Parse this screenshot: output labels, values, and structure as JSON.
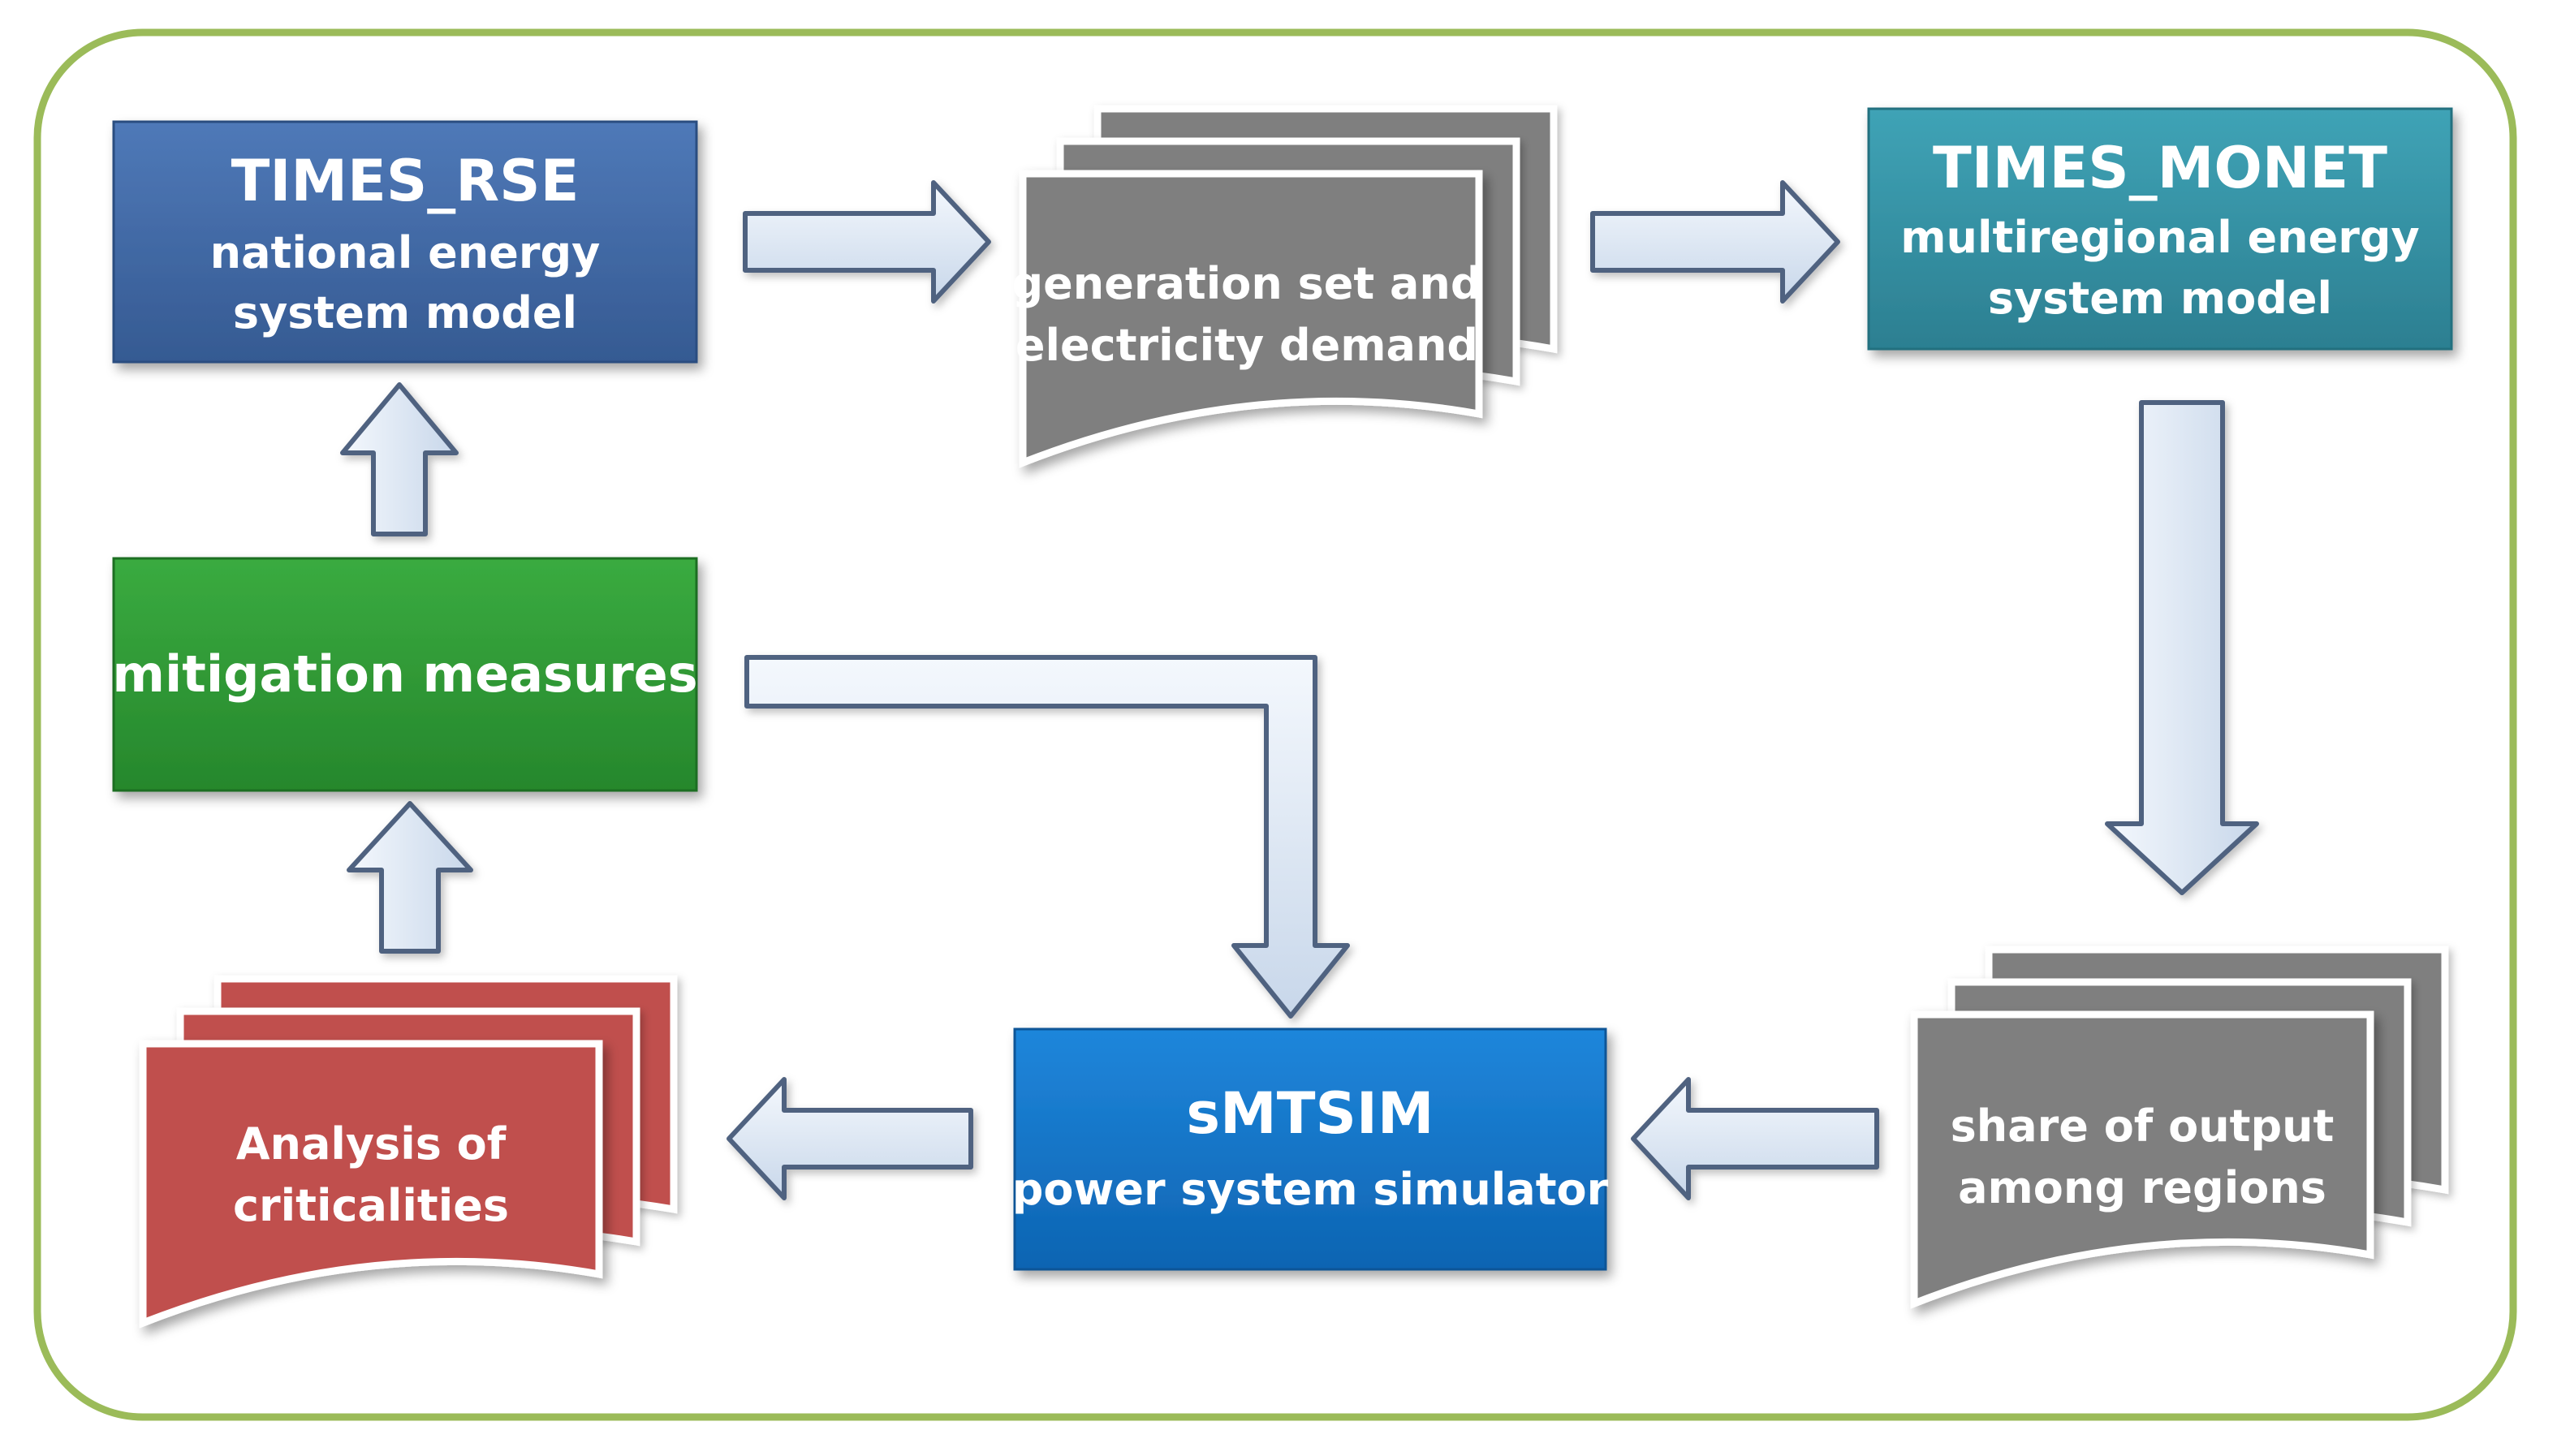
{
  "colors": {
    "frame": "#9bbb59",
    "times_rse": "#3f66a1",
    "times_monet": "#3490a3",
    "mitigation": "#2e9a35",
    "smtsim": "#1173c9",
    "document_gray": "#7f7f7f",
    "document_red": "#c0504d",
    "arrow_fill": "#dde8f5",
    "arrow_stroke": "#4f6280"
  },
  "nodes": {
    "times_rse": {
      "title": "TIMES_RSE",
      "line1": "national energy",
      "line2": "system model"
    },
    "times_monet": {
      "title": "TIMES_MONET",
      "line1": "multiregional energy",
      "line2": "system model"
    },
    "mitigation": {
      "label": "mitigation measures"
    },
    "smtsim": {
      "title": "sMTSIM",
      "line1": "power system simulator"
    },
    "generation_doc": {
      "line1": "generation set and",
      "line2": "electricity demand"
    },
    "share_doc": {
      "line1": "share of output",
      "line2": "among regions"
    },
    "analysis_doc": {
      "line1": "Analysis of",
      "line2": "criticalities"
    }
  },
  "edges": [
    {
      "from": "times_rse",
      "to": "generation_doc",
      "icon": "arrow-right-icon"
    },
    {
      "from": "generation_doc",
      "to": "times_monet",
      "icon": "arrow-right-icon"
    },
    {
      "from": "times_monet",
      "to": "share_doc",
      "icon": "arrow-down-icon"
    },
    {
      "from": "share_doc",
      "to": "smtsim",
      "icon": "arrow-left-icon"
    },
    {
      "from": "smtsim",
      "to": "analysis_doc",
      "icon": "arrow-left-icon"
    },
    {
      "from": "analysis_doc",
      "to": "mitigation",
      "icon": "arrow-up-icon"
    },
    {
      "from": "mitigation",
      "to": "times_rse",
      "icon": "arrow-up-icon"
    },
    {
      "from": "mitigation",
      "to": "smtsim",
      "icon": "elbow-arrow-icon"
    }
  ]
}
